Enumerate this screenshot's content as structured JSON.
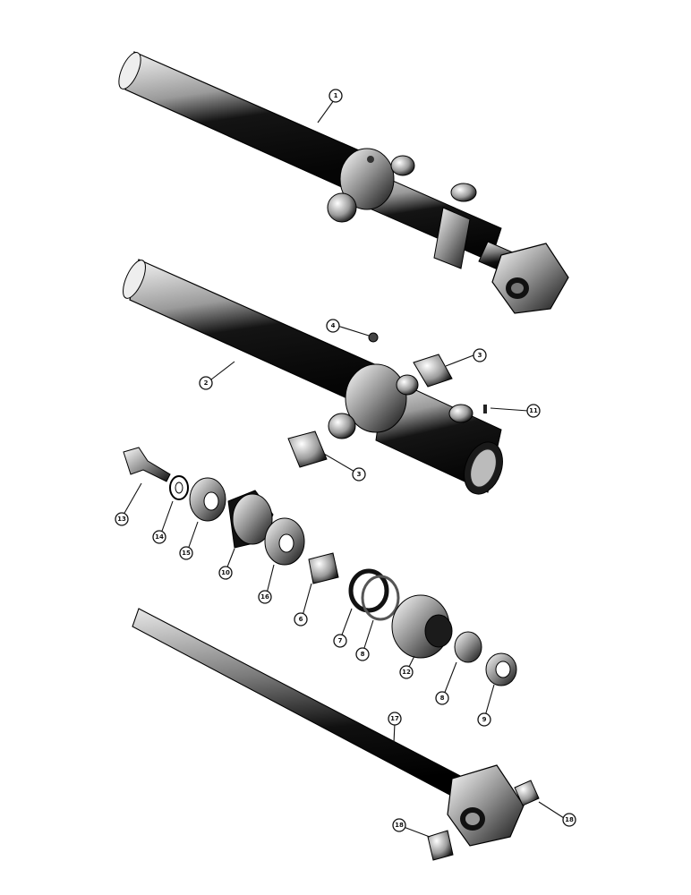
{
  "diagram": {
    "callouts": [
      {
        "id": "c1",
        "label": "1"
      },
      {
        "id": "c2",
        "label": "2"
      },
      {
        "id": "c3a",
        "label": "3"
      },
      {
        "id": "c3b",
        "label": "3"
      },
      {
        "id": "c4",
        "label": "4"
      },
      {
        "id": "c11",
        "label": "11"
      },
      {
        "id": "c13",
        "label": "13"
      },
      {
        "id": "c14",
        "label": "14"
      },
      {
        "id": "c15",
        "label": "15"
      },
      {
        "id": "c10a",
        "label": "10"
      },
      {
        "id": "c16",
        "label": "16"
      },
      {
        "id": "c6",
        "label": "6"
      },
      {
        "id": "c7",
        "label": "7"
      },
      {
        "id": "c8a",
        "label": "8"
      },
      {
        "id": "c12",
        "label": "12"
      },
      {
        "id": "c8b",
        "label": "8"
      },
      {
        "id": "c9",
        "label": "9"
      },
      {
        "id": "c17",
        "label": "17"
      },
      {
        "id": "c18a",
        "label": "18"
      },
      {
        "id": "c18b",
        "label": "18"
      }
    ]
  }
}
